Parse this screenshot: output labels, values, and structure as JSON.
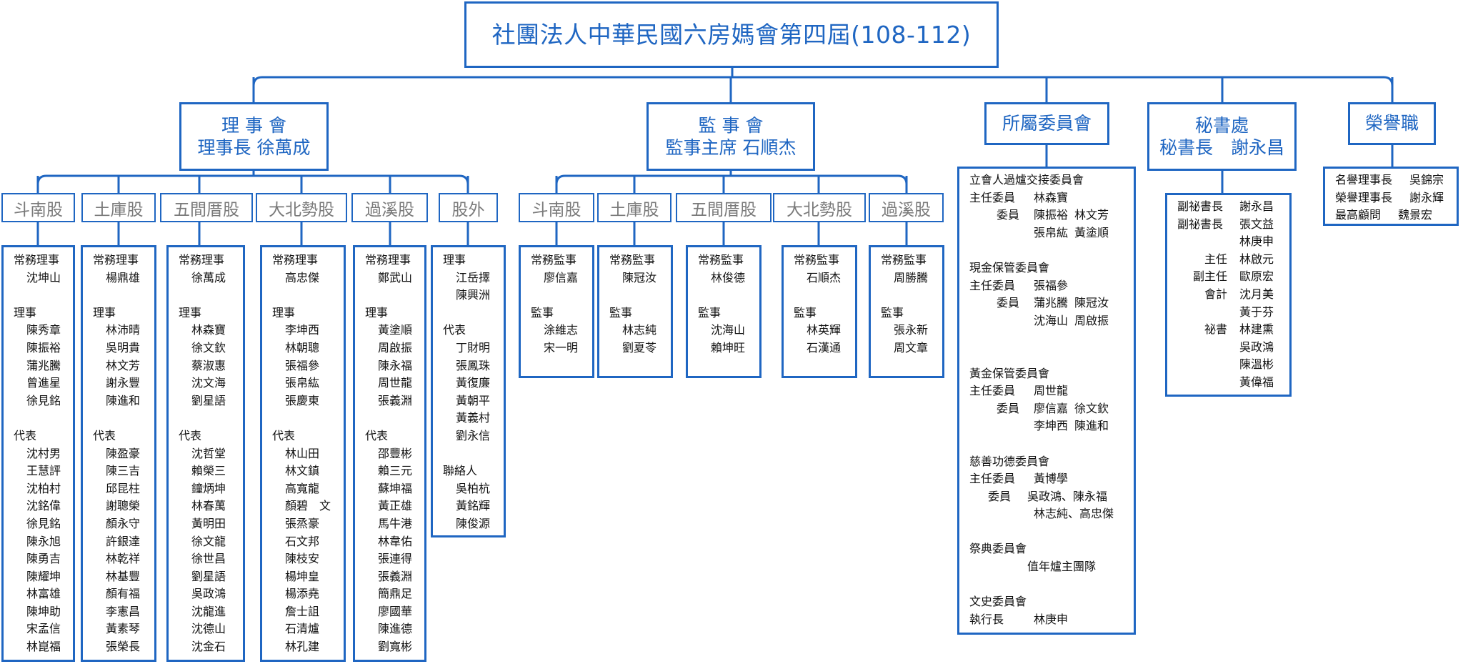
{
  "title": "社團法人中華民國六房媽會第四屆(108-112)",
  "board": {
    "line1": "理 事 會",
    "line2": "理事長 徐萬成"
  },
  "supervisors": {
    "line1": "監 事 會",
    "line2": "監事主席 石順杰"
  },
  "committees_header": "所屬委員會",
  "secretariat": {
    "line1": "秘書處",
    "line2": "秘書長　謝永昌"
  },
  "honor_header": "榮譽職",
  "board_groups": [
    {
      "label": "斗南股",
      "rows": [
        {
          "t": "常務理事"
        },
        {
          "n": "沈坤山"
        },
        {
          "g": 1
        },
        {
          "t": "理事"
        },
        {
          "n": "陳秀章"
        },
        {
          "n": "陳振裕"
        },
        {
          "n": "蒲兆騰"
        },
        {
          "n": "曾進星"
        },
        {
          "n": "徐見銘"
        },
        {
          "g": 1
        },
        {
          "t": "代表"
        },
        {
          "n": "沈村男"
        },
        {
          "n": "王慧評"
        },
        {
          "n": "沈柏村"
        },
        {
          "n": "沈銘偉"
        },
        {
          "n": "徐見銘"
        },
        {
          "n": "陳永旭"
        },
        {
          "n": "陳勇吉"
        },
        {
          "n": "陳耀坤"
        },
        {
          "n": "林富雄"
        },
        {
          "n": "陳坤助"
        },
        {
          "n": "宋孟信"
        },
        {
          "n": "林崑福"
        }
      ]
    },
    {
      "label": "土庫股",
      "rows": [
        {
          "t": "常務理事"
        },
        {
          "n": "楊鼎雄"
        },
        {
          "g": 1
        },
        {
          "t": "理事"
        },
        {
          "n": "林沛晴"
        },
        {
          "n": "吳明貴"
        },
        {
          "n": "林文芳"
        },
        {
          "n": "謝永豐"
        },
        {
          "n": "陳進和"
        },
        {
          "g": 1
        },
        {
          "t": "代表"
        },
        {
          "n": "陳盈豪"
        },
        {
          "n": "陳三吉"
        },
        {
          "n": "邱昆柱"
        },
        {
          "n": "謝聰榮"
        },
        {
          "n": "顏永守"
        },
        {
          "n": "許銀達"
        },
        {
          "n": "林乾祥"
        },
        {
          "n": "林基豐"
        },
        {
          "n": "顏有福"
        },
        {
          "n": "李憲昌"
        },
        {
          "n": "黃素琴"
        },
        {
          "n": "張榮長"
        }
      ]
    },
    {
      "label": "五間厝股",
      "rows": [
        {
          "t": "常務理事"
        },
        {
          "n": "徐萬成"
        },
        {
          "g": 1
        },
        {
          "t": "理事"
        },
        {
          "n": "林森寶"
        },
        {
          "n": "徐文欽"
        },
        {
          "n": "蔡淑惠"
        },
        {
          "n": "沈文海"
        },
        {
          "n": "劉星語"
        },
        {
          "g": 1
        },
        {
          "t": "代表"
        },
        {
          "n": "沈哲堂"
        },
        {
          "n": "賴榮三"
        },
        {
          "n": "鐘炳坤"
        },
        {
          "n": "林春萬"
        },
        {
          "n": "黃明田"
        },
        {
          "n": "徐文龍"
        },
        {
          "n": "徐世昌"
        },
        {
          "n": "劉星語"
        },
        {
          "n": "吳政鴻"
        },
        {
          "n": "沈龍進"
        },
        {
          "n": "沈德山"
        },
        {
          "n": "沈金石"
        }
      ]
    },
    {
      "label": "大北勢股",
      "rows": [
        {
          "t": "常務理事"
        },
        {
          "n": "高忠傑"
        },
        {
          "g": 1
        },
        {
          "t": "理事"
        },
        {
          "n": "李坤西"
        },
        {
          "n": "林朝聰"
        },
        {
          "n": "張福參"
        },
        {
          "n": "張帛紘"
        },
        {
          "n": "張慶東"
        },
        {
          "g": 1
        },
        {
          "t": "代表"
        },
        {
          "n": "林山田"
        },
        {
          "n": "林文鎮"
        },
        {
          "n": "高寬龍"
        },
        {
          "n": "顏碧　文"
        },
        {
          "n": "張烝豪"
        },
        {
          "n": "石文邦"
        },
        {
          "n": "陳枝安"
        },
        {
          "n": "楊坤皇"
        },
        {
          "n": "楊添堯"
        },
        {
          "n": "詹士詛"
        },
        {
          "n": "石清爐"
        },
        {
          "n": "林孔建"
        }
      ]
    },
    {
      "label": "過溪股",
      "rows": [
        {
          "t": "常務理事"
        },
        {
          "n": "鄭武山"
        },
        {
          "g": 1
        },
        {
          "t": "理事"
        },
        {
          "n": "黃塗順"
        },
        {
          "n": "周啟振"
        },
        {
          "n": "陳永福"
        },
        {
          "n": "周世龍"
        },
        {
          "n": "張義淵"
        },
        {
          "g": 1
        },
        {
          "t": "代表"
        },
        {
          "n": "邵豐彬"
        },
        {
          "n": "賴三元"
        },
        {
          "n": "蘇坤福"
        },
        {
          "n": "黃正雄"
        },
        {
          "n": "馬牛港"
        },
        {
          "n": "林韋佑"
        },
        {
          "n": "張連得"
        },
        {
          "n": "張義淵"
        },
        {
          "n": "簡鼎足"
        },
        {
          "n": "廖國華"
        },
        {
          "n": "陳進德"
        },
        {
          "n": "劉寬彬"
        }
      ]
    },
    {
      "label": "股外",
      "rows": [
        {
          "t": "理事"
        },
        {
          "n": "江岳擇"
        },
        {
          "n": "陳興洲"
        },
        {
          "g": 1
        },
        {
          "t": "代表"
        },
        {
          "n": "丁財明"
        },
        {
          "n": "張鳳珠"
        },
        {
          "n": "黃復廉"
        },
        {
          "n": "黃朝平"
        },
        {
          "n": "黃義村"
        },
        {
          "n": "劉永信"
        },
        {
          "g": 1
        },
        {
          "t": "聯絡人"
        },
        {
          "n": "吳柏杭"
        },
        {
          "n": "黃銘輝"
        },
        {
          "n": "陳俊源"
        }
      ]
    }
  ],
  "supervisor_groups": [
    {
      "label": "斗南股",
      "rows": [
        {
          "t": "常務監事"
        },
        {
          "n": "廖信嘉"
        },
        {
          "g": 1
        },
        {
          "t": "監事"
        },
        {
          "n": "涂維志"
        },
        {
          "n": "宋一明"
        }
      ]
    },
    {
      "label": "土庫股",
      "rows": [
        {
          "t": "常務監事"
        },
        {
          "n": "陳冠汝"
        },
        {
          "g": 1
        },
        {
          "t": "監事"
        },
        {
          "n": "林志純"
        },
        {
          "n": "劉夏苓"
        }
      ]
    },
    {
      "label": "五間厝股",
      "rows": [
        {
          "t": "常務監事"
        },
        {
          "n": "林俊德"
        },
        {
          "g": 1
        },
        {
          "t": "監事"
        },
        {
          "n": "沈海山"
        },
        {
          "n": "賴坤旺"
        }
      ]
    },
    {
      "label": "大北勢股",
      "rows": [
        {
          "t": "常務監事"
        },
        {
          "n": "石順杰"
        },
        {
          "g": 1
        },
        {
          "t": "監事"
        },
        {
          "n": "林英輝"
        },
        {
          "n": "石漢通"
        }
      ]
    },
    {
      "label": "過溪股",
      "rows": [
        {
          "t": "常務監事"
        },
        {
          "n": "周勝騰"
        },
        {
          "g": 1
        },
        {
          "t": "監事"
        },
        {
          "n": "張永新"
        },
        {
          "n": "周文章"
        }
      ]
    }
  ],
  "committees": [
    {
      "name": "立會人過爐交接委員會",
      "rows": [
        [
          {
            "c": 0,
            "v": "主任委員"
          },
          {
            "c": 1,
            "v": "林森寶"
          }
        ],
        [
          {
            "c": 2,
            "v": "委員"
          },
          {
            "c": 1,
            "v": "陳振裕"
          },
          {
            "c": 3,
            "v": "林文芳"
          }
        ],
        [
          {
            "c": 1,
            "v": "張帛紘"
          },
          {
            "c": 3,
            "v": "黃塗順"
          }
        ]
      ]
    },
    {
      "name": "現金保管委員會",
      "rows": [
        [
          {
            "c": 0,
            "v": "主任委員"
          },
          {
            "c": 1,
            "v": "張福參"
          }
        ],
        [
          {
            "c": 2,
            "v": "委員"
          },
          {
            "c": 1,
            "v": "蒲兆騰"
          },
          {
            "c": 3,
            "v": "陳冠汝"
          }
        ],
        [
          {
            "c": 1,
            "v": "沈海山"
          },
          {
            "c": 3,
            "v": "周啟振"
          }
        ]
      ],
      "extra_gap": 1
    },
    {
      "name": "黃金保管委員會",
      "rows": [
        [
          {
            "c": 0,
            "v": "主任委員"
          },
          {
            "c": 1,
            "v": "周世龍"
          }
        ],
        [
          {
            "c": 2,
            "v": "委員"
          },
          {
            "c": 1,
            "v": "廖信嘉"
          },
          {
            "c": 3,
            "v": "徐文欽"
          }
        ],
        [
          {
            "c": 1,
            "v": "李坤西"
          },
          {
            "c": 3,
            "v": "陳進和"
          }
        ]
      ]
    },
    {
      "name": "慈善功德委員會",
      "rows": [
        [
          {
            "c": 0,
            "v": "主任委員"
          },
          {
            "c": 1,
            "v": "黃博學"
          }
        ],
        [
          {
            "c": 4,
            "v": "委員"
          },
          {
            "c": 5,
            "v": "吳政鴻、陳永福"
          }
        ],
        [
          {
            "c": 1,
            "v": "林志純、高忠傑"
          }
        ]
      ]
    },
    {
      "name": "祭典委員會",
      "rows": [
        [
          {
            "c": 6,
            "v": "值年爐主團隊"
          }
        ]
      ]
    },
    {
      "name": "文史委員會",
      "rows": [
        [
          {
            "c": 0,
            "v": "執行長"
          },
          {
            "c": 1,
            "v": "林庚申"
          }
        ]
      ]
    }
  ],
  "secretariat_list": [
    [
      {
        "c": 0,
        "v": "副祕書長"
      },
      {
        "c": 1,
        "v": "謝永昌"
      }
    ],
    [
      {
        "c": 0,
        "v": "副祕書長"
      },
      {
        "c": 1,
        "v": "張文益"
      }
    ],
    [
      {
        "c": 1,
        "v": "林庚申"
      }
    ],
    [
      {
        "c": 2,
        "v": "主任"
      },
      {
        "c": 1,
        "v": "林啟元"
      }
    ],
    [
      {
        "c": 3,
        "v": "副主任"
      },
      {
        "c": 1,
        "v": "歐原宏"
      }
    ],
    [
      {
        "c": 2,
        "v": "會計"
      },
      {
        "c": 1,
        "v": "沈月美"
      }
    ],
    [
      {
        "c": 1,
        "v": "黃于芬"
      }
    ],
    [
      {
        "c": 2,
        "v": "祕書"
      },
      {
        "c": 1,
        "v": "林建熏"
      }
    ],
    [
      {
        "c": 1,
        "v": "吳政鴻"
      }
    ],
    [
      {
        "c": 1,
        "v": "陳溫彬"
      }
    ],
    [
      {
        "c": 1,
        "v": "黃偉福"
      }
    ]
  ],
  "honor_list": [
    [
      {
        "c": 0,
        "v": "名譽理事長"
      },
      {
        "c": 1,
        "v": "吳錦宗"
      }
    ],
    [
      {
        "c": 0,
        "v": "榮譽理事長"
      },
      {
        "c": 1,
        "v": "謝永輝"
      }
    ],
    [
      {
        "c": 0,
        "v": "最高顧問"
      },
      {
        "c": 2,
        "v": "魏景宏"
      }
    ]
  ],
  "colors": {
    "line": "#1f66c2",
    "header_text": "#1f66c2",
    "category_text": "#7a7a7a"
  }
}
